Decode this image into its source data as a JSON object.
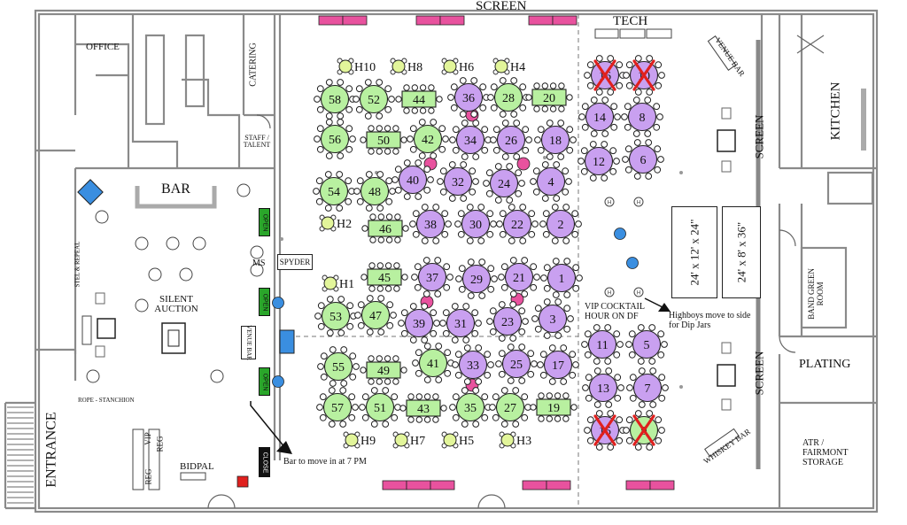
{
  "labels": {
    "screen_top": "SCREEN",
    "tech": "TECH",
    "office": "OFFICE",
    "catering": "CATERING",
    "staff_talent": "STAFF / TALENT",
    "bar": "BAR",
    "silent_auction": "SILENT AUCTION",
    "stel_repeal": "STEL & REPEAL",
    "ms": "MS",
    "spyder": "SPYDER",
    "venue_bar_left": "VENUE BAR",
    "rope_stanchion": "ROPE - STANCHION",
    "entrance": "ENTRANCE",
    "vip": "VIP",
    "reg1": "REG",
    "reg2": "REG",
    "bidpal": "BIDPAL",
    "close": "CLOSE",
    "open": "OPEN",
    "bar_move_note": "Bar to move in at 7 PM",
    "vip_cocktail": "VIP COCKTAIL HOUR ON DF",
    "highboys_note": "Highboys move to side for Dip Jars",
    "venue_bar_right": "VENUE BAR",
    "whiskey_bar": "WHISKEY BAR",
    "screen_right_1": "SCREEN",
    "screen_right_2": "SCREEN",
    "stage1": "24' x 12' x 24\"",
    "stage2": "24' x 8' x 36\"",
    "kitchen": "KITCHEN",
    "band_green_room": "BAND GREEN ROOM",
    "plating": "PLATING",
    "atr_storage": "ATR / FAIRMONT STORAGE"
  },
  "colors": {
    "purple": "#c9a0f0",
    "green": "#b8f0a0",
    "highboy": "#e2f59a",
    "pink": "#e8529e",
    "blue": "#3a8ee0",
    "red_x": "#e0201e",
    "wall": "#8a8a8a"
  },
  "tables": [
    {
      "id": "58",
      "shape": "round",
      "color": "green"
    },
    {
      "id": "52",
      "shape": "round",
      "color": "green"
    },
    {
      "id": "44",
      "shape": "rect",
      "color": "green"
    },
    {
      "id": "36",
      "shape": "round",
      "color": "purple"
    },
    {
      "id": "28",
      "shape": "round",
      "color": "green"
    },
    {
      "id": "20",
      "shape": "rect",
      "color": "green"
    },
    {
      "id": "56",
      "shape": "round",
      "color": "green"
    },
    {
      "id": "50",
      "shape": "rect",
      "color": "green"
    },
    {
      "id": "42",
      "shape": "round",
      "color": "green"
    },
    {
      "id": "34",
      "shape": "round",
      "color": "purple"
    },
    {
      "id": "26",
      "shape": "round",
      "color": "purple"
    },
    {
      "id": "18",
      "shape": "round",
      "color": "purple"
    },
    {
      "id": "54",
      "shape": "round",
      "color": "green"
    },
    {
      "id": "48",
      "shape": "round",
      "color": "green"
    },
    {
      "id": "40",
      "shape": "round",
      "color": "purple"
    },
    {
      "id": "32",
      "shape": "round",
      "color": "purple"
    },
    {
      "id": "24",
      "shape": "round",
      "color": "purple"
    },
    {
      "id": "4",
      "shape": "round",
      "color": "purple"
    },
    {
      "id": "46",
      "shape": "rect",
      "color": "green"
    },
    {
      "id": "38",
      "shape": "round",
      "color": "purple"
    },
    {
      "id": "30",
      "shape": "round",
      "color": "purple"
    },
    {
      "id": "22",
      "shape": "round",
      "color": "purple"
    },
    {
      "id": "2",
      "shape": "round",
      "color": "purple"
    },
    {
      "id": "45",
      "shape": "rect",
      "color": "green"
    },
    {
      "id": "37",
      "shape": "round",
      "color": "purple"
    },
    {
      "id": "29",
      "shape": "round",
      "color": "purple"
    },
    {
      "id": "21",
      "shape": "round",
      "color": "purple"
    },
    {
      "id": "1",
      "shape": "round",
      "color": "purple"
    },
    {
      "id": "53",
      "shape": "round",
      "color": "green"
    },
    {
      "id": "47",
      "shape": "round",
      "color": "green"
    },
    {
      "id": "39",
      "shape": "round",
      "color": "purple"
    },
    {
      "id": "31",
      "shape": "round",
      "color": "purple"
    },
    {
      "id": "23",
      "shape": "round",
      "color": "purple"
    },
    {
      "id": "3",
      "shape": "round",
      "color": "purple"
    },
    {
      "id": "55",
      "shape": "round",
      "color": "green"
    },
    {
      "id": "49",
      "shape": "rect",
      "color": "green"
    },
    {
      "id": "41",
      "shape": "round",
      "color": "green"
    },
    {
      "id": "33",
      "shape": "round",
      "color": "purple"
    },
    {
      "id": "25",
      "shape": "round",
      "color": "purple"
    },
    {
      "id": "17",
      "shape": "round",
      "color": "purple"
    },
    {
      "id": "57",
      "shape": "round",
      "color": "green"
    },
    {
      "id": "51",
      "shape": "round",
      "color": "green"
    },
    {
      "id": "43",
      "shape": "rect",
      "color": "green"
    },
    {
      "id": "35",
      "shape": "round",
      "color": "green"
    },
    {
      "id": "27",
      "shape": "round",
      "color": "green"
    },
    {
      "id": "19",
      "shape": "rect",
      "color": "green"
    },
    {
      "id": "16",
      "shape": "round",
      "color": "purple",
      "crossed": true
    },
    {
      "id": "10",
      "shape": "round",
      "color": "purple",
      "crossed": true
    },
    {
      "id": "14",
      "shape": "round",
      "color": "purple"
    },
    {
      "id": "8",
      "shape": "round",
      "color": "purple"
    },
    {
      "id": "12",
      "shape": "round",
      "color": "purple"
    },
    {
      "id": "6",
      "shape": "round",
      "color": "purple"
    },
    {
      "id": "11",
      "shape": "round",
      "color": "purple"
    },
    {
      "id": "5",
      "shape": "round",
      "color": "purple"
    },
    {
      "id": "13",
      "shape": "round",
      "color": "purple"
    },
    {
      "id": "7",
      "shape": "round",
      "color": "purple"
    },
    {
      "id": "15",
      "shape": "round",
      "color": "purple",
      "crossed": true
    },
    {
      "id": "9",
      "shape": "round",
      "color": "green",
      "crossed": true
    }
  ],
  "highboys": [
    "H10",
    "H8",
    "H6",
    "H4",
    "H2",
    "H1",
    "H9",
    "H7",
    "H5",
    "H3"
  ]
}
